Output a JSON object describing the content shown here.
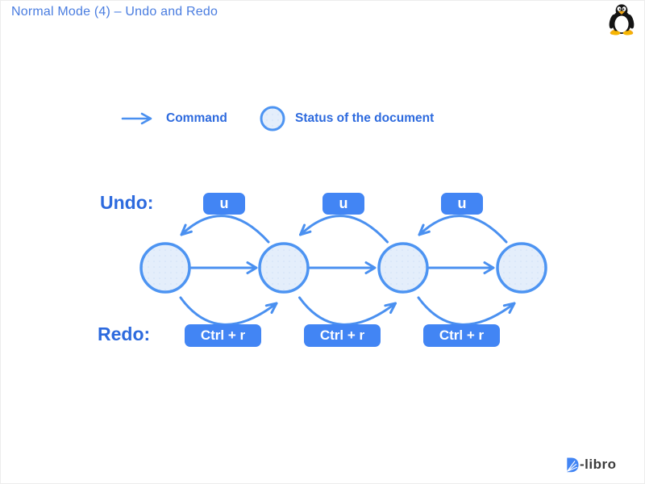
{
  "page": {
    "title": "Normal Mode (4) – Undo and Redo"
  },
  "header": {
    "icon": "tux-penguin"
  },
  "legend": {
    "command_label": "Command",
    "status_label": "Status of the document",
    "command_icon": "right-arrow",
    "status_icon": "circle"
  },
  "diagram": {
    "undo_label": "Undo:",
    "redo_label": "Redo:",
    "node_count": 4,
    "undo_badges": [
      "u",
      "u",
      "u"
    ],
    "redo_badges": [
      "Ctrl + r",
      "Ctrl + r",
      "Ctrl + r"
    ],
    "undo_direction": "right-to-left",
    "redo_direction": "left-to-right"
  },
  "footer": {
    "logo_d": "D",
    "logo_text": "-libro"
  },
  "colors": {
    "accent_blue": "#4285f4",
    "stroke_blue": "#4a90f0",
    "circle_fill": "#e4eefb",
    "circle_stroke": "#4d94f2",
    "label_blue": "#2d6ade",
    "title_blue": "#4a7de0",
    "logo_gray": "#3b3b3b"
  }
}
